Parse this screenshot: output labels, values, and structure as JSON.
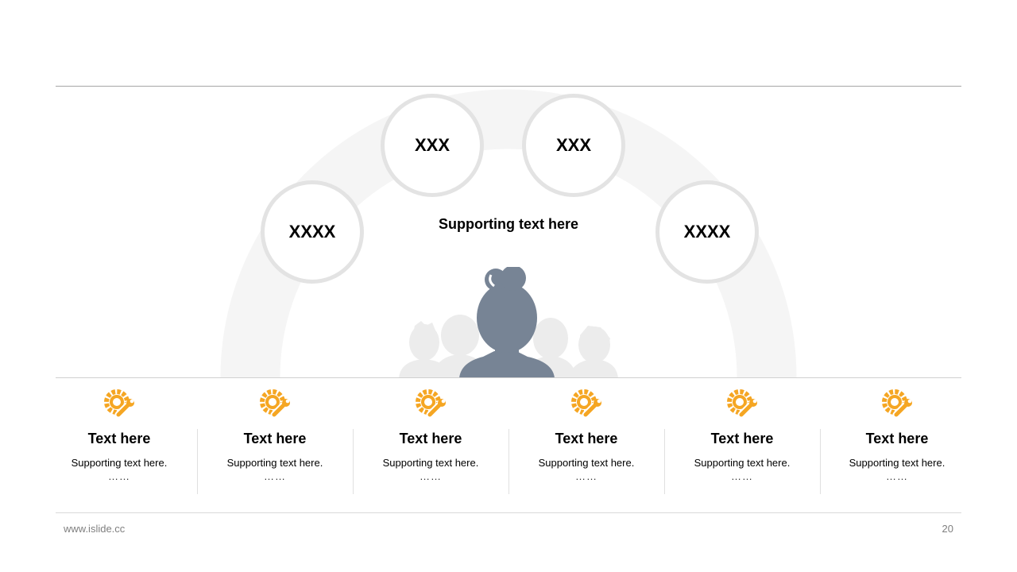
{
  "bubbles": [
    "XXXX",
    "XXX",
    "XXX",
    "XXXX"
  ],
  "center_text": "Supporting text here",
  "features": [
    {
      "title": "Text here",
      "subtitle": "Supporting  text here.",
      "dots": "……"
    },
    {
      "title": "Text here",
      "subtitle": "Supporting  text here.",
      "dots": "……"
    },
    {
      "title": "Text here",
      "subtitle": "Supporting  text here.",
      "dots": "……"
    },
    {
      "title": "Text here",
      "subtitle": "Supporting  text here.",
      "dots": "……"
    },
    {
      "title": "Text here",
      "subtitle": "Supporting  text here.",
      "dots": "……"
    },
    {
      "title": "Text here",
      "subtitle": "Supporting  text here.",
      "dots": "……"
    }
  ],
  "icons": {
    "feature": "gear-wrench-icon",
    "center": "people-group-icon"
  },
  "colors": {
    "accent": "#F5A623",
    "person": "#778495",
    "person_faded": "#ECECEC",
    "arc": "#F5F5F5",
    "bubble_border": "#E3E3E3"
  },
  "footer": {
    "url": "www.islide.cc",
    "page": "20"
  }
}
